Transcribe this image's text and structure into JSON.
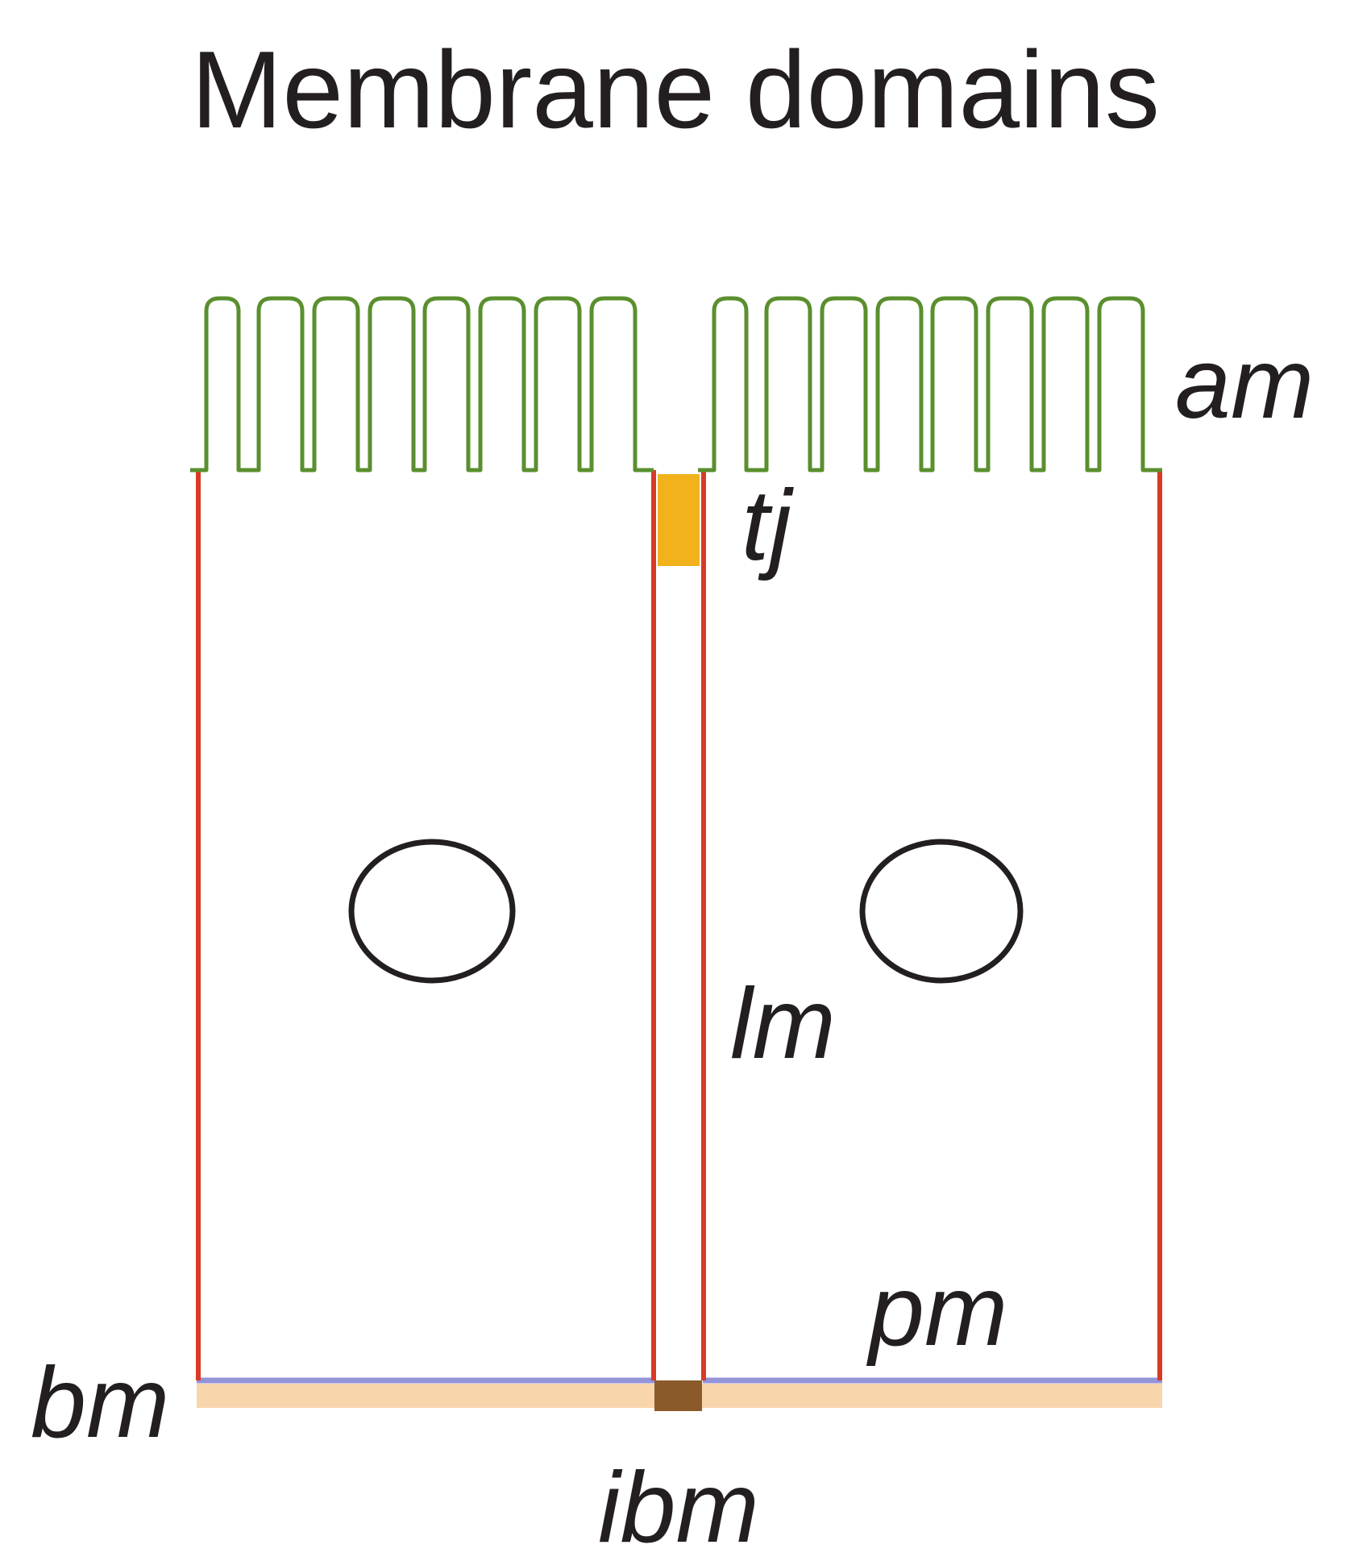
{
  "title": "Membrane domains",
  "labels": {
    "am": "am",
    "tj": "tj",
    "lm": "lm",
    "pm": "pm",
    "bm": "bm",
    "ibm": "ibm"
  },
  "colors": {
    "apical_membrane": "#5a8f2e",
    "lateral_membrane": "#d93a26",
    "tight_junction": "#f2b21c",
    "plasma_membrane_basal": "#9393d8",
    "basement_membrane": "#f9d5ab",
    "intercellular_basement": "#8a5a2b",
    "nucleus": "#231f20",
    "text": "#231f20"
  }
}
